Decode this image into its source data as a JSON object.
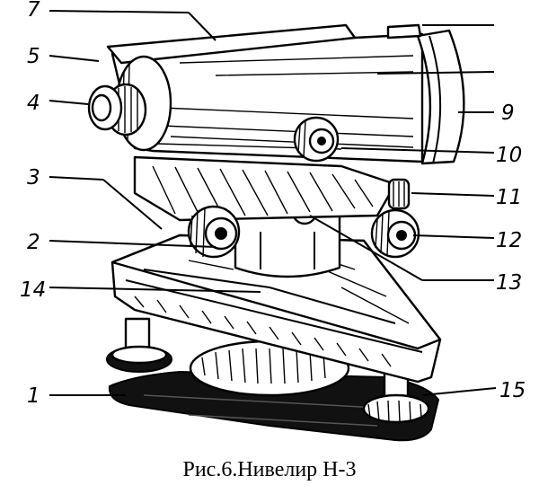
{
  "caption": "Рис.6.Нивелир Н-3",
  "labels": {
    "l1": "1",
    "l2": "2",
    "l3": "3",
    "l4": "4",
    "l5": "5",
    "l7": "7",
    "l9": "9",
    "l10": "10",
    "l11": "11",
    "l12": "12",
    "l13": "13",
    "l14": "14",
    "l15": "15"
  }
}
